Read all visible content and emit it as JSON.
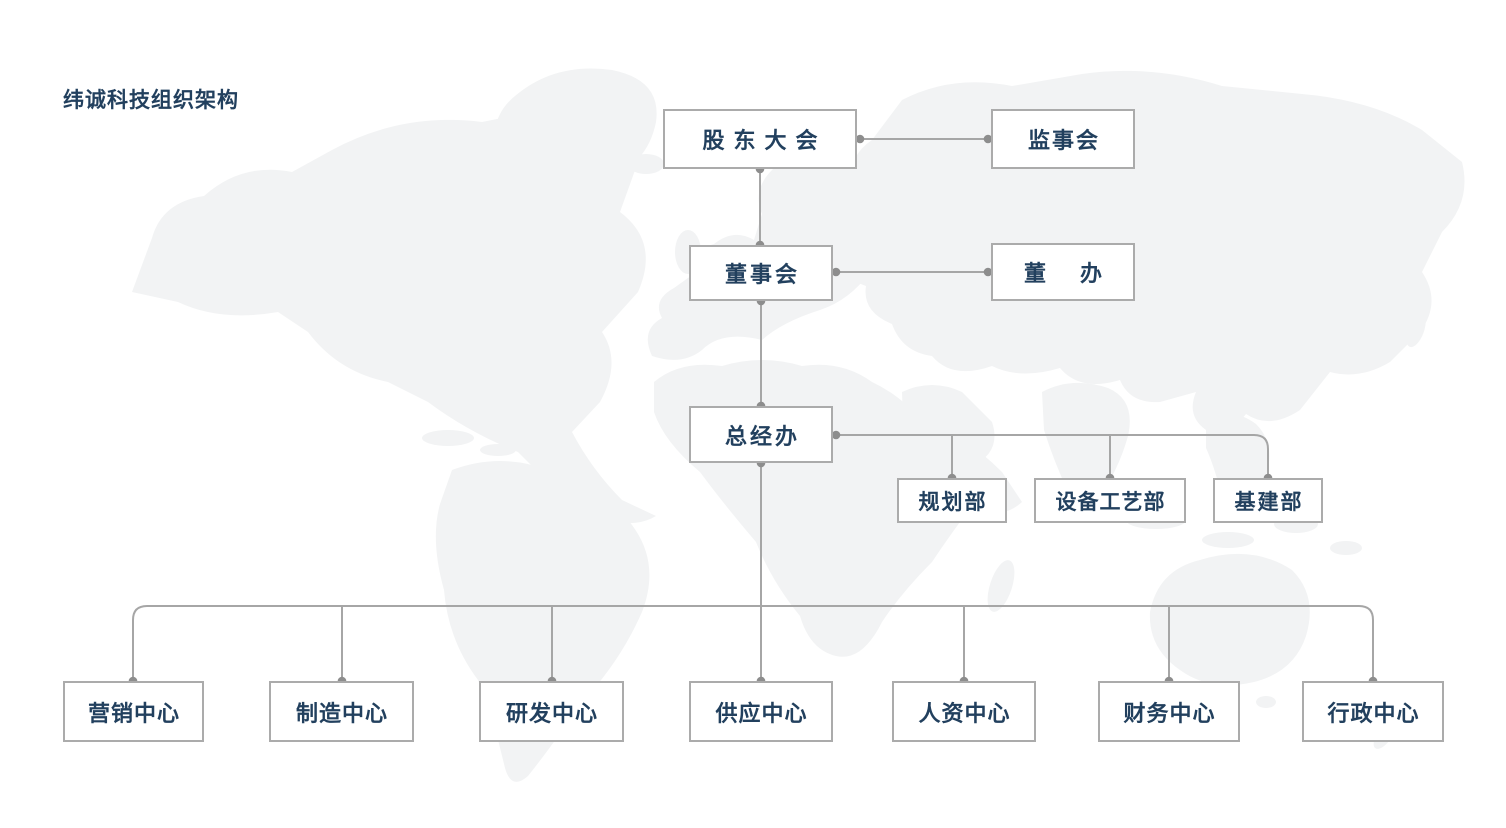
{
  "title": "纬诚科技组织架构",
  "company": "纬诚科技",
  "colors": {
    "text_navy": "#22405e",
    "box_border_gray": "#ababab",
    "line_gray": "#a6a6a6",
    "dot_gray": "#8d8d8d",
    "map_gray": "#f2f3f4",
    "background": "#ffffff"
  },
  "org": {
    "nodes": {
      "shareholders": {
        "label": "股东大会"
      },
      "supervisors": {
        "label": "监事会"
      },
      "board": {
        "label": "董事会"
      },
      "board_office": {
        "label": "董 办"
      },
      "gm_office": {
        "label": "总经办"
      },
      "planning": {
        "label": "规划部"
      },
      "equipment": {
        "label": "设备工艺部"
      },
      "infrastructure": {
        "label": "基建部"
      },
      "marketing": {
        "label": "营销中心"
      },
      "manufacturing": {
        "label": "制造中心"
      },
      "rnd": {
        "label": "研发中心"
      },
      "supply": {
        "label": "供应中心"
      },
      "hr": {
        "label": "人资中心"
      },
      "finance": {
        "label": "财务中心"
      },
      "admin": {
        "label": "行政中心"
      }
    },
    "edges": [
      {
        "from": "股东大会",
        "to": "监事会",
        "type": "lateral"
      },
      {
        "from": "股东大会",
        "to": "董事会",
        "type": "report"
      },
      {
        "from": "董事会",
        "to": "董 办",
        "type": "lateral"
      },
      {
        "from": "董事会",
        "to": "总经办",
        "type": "report"
      },
      {
        "from": "总经办",
        "to": "规划部",
        "type": "report"
      },
      {
        "from": "总经办",
        "to": "设备工艺部",
        "type": "report"
      },
      {
        "from": "总经办",
        "to": "基建部",
        "type": "report"
      },
      {
        "from": "总经办",
        "to": "营销中心",
        "type": "report"
      },
      {
        "from": "总经办",
        "to": "制造中心",
        "type": "report"
      },
      {
        "from": "总经办",
        "to": "研发中心",
        "type": "report"
      },
      {
        "from": "总经办",
        "to": "供应中心",
        "type": "report"
      },
      {
        "from": "总经办",
        "to": "人资中心",
        "type": "report"
      },
      {
        "from": "总经办",
        "to": "财务中心",
        "type": "report"
      },
      {
        "from": "总经办",
        "to": "行政中心",
        "type": "report"
      }
    ]
  }
}
